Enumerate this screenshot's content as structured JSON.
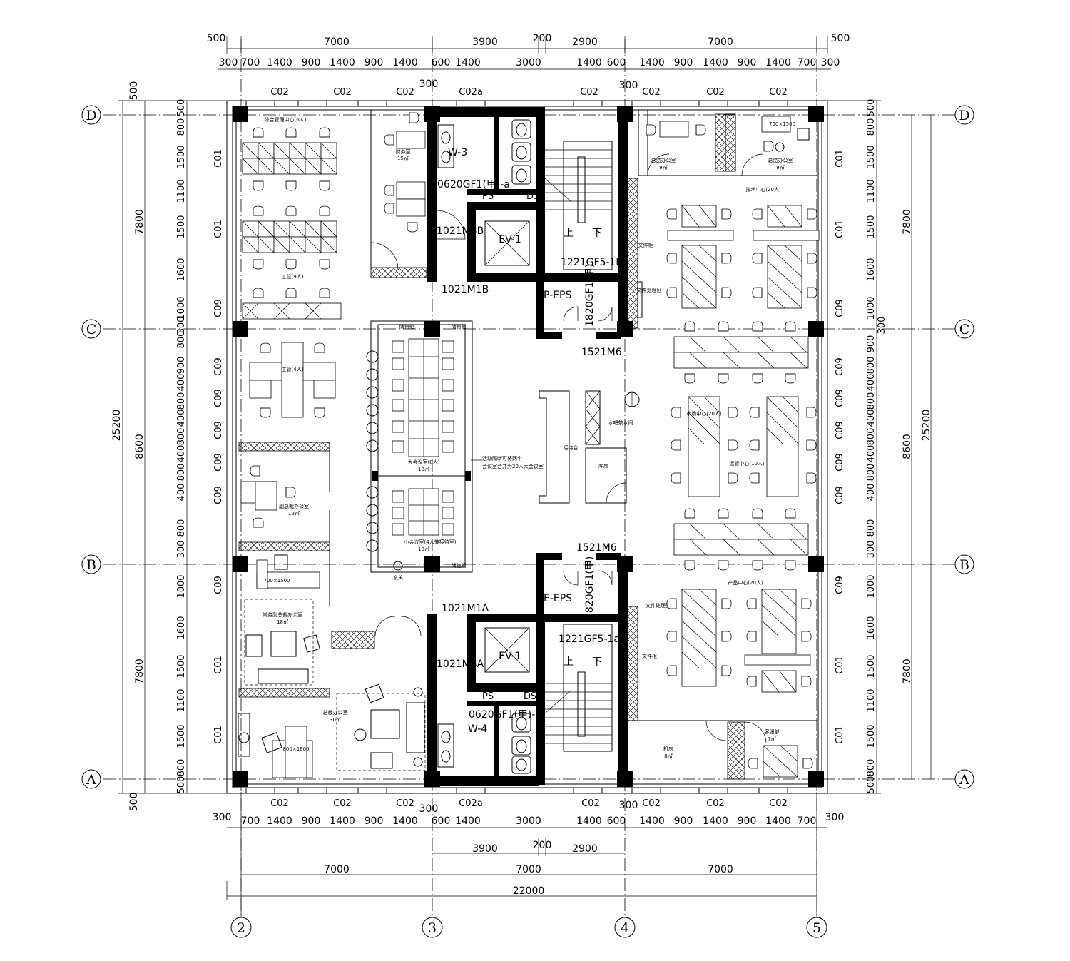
{
  "axes": {
    "rows": [
      "D",
      "C",
      "B",
      "A"
    ],
    "cols": [
      "2",
      "3",
      "4",
      "5"
    ]
  },
  "dims": {
    "top_total": [
      "500",
      "7000",
      "3900",
      "200",
      "2900",
      "7000",
      "500"
    ],
    "top_detail": [
      "300",
      "700",
      "1400",
      "900",
      "1400",
      "900",
      "1400",
      "600",
      "1400",
      "3000",
      "1400",
      "600",
      "1400",
      "900",
      "1400",
      "900",
      "1400",
      "700",
      "300"
    ],
    "top_extra": [
      "300",
      "300"
    ],
    "bottom_detail": [
      "300",
      "700",
      "1400",
      "900",
      "1400",
      "900",
      "1400",
      "600",
      "1400",
      "3000",
      "1400",
      "600",
      "1400",
      "900",
      "1400",
      "900",
      "1400",
      "700",
      "300"
    ],
    "bottom_extra": [
      "300",
      "300"
    ],
    "bottom_mid": [
      "3900",
      "200",
      "2900"
    ],
    "bottom_bays": [
      "7000",
      "7000",
      "7000"
    ],
    "bottom_total": "22000",
    "left_total": [
      "500",
      "7800",
      "8600",
      "7800",
      "500"
    ],
    "left_overall": "25200",
    "left_detail": [
      "500",
      "800",
      "1500",
      "1100",
      "1500",
      "1600",
      "1000",
      "300",
      "800",
      "900",
      "400",
      "800",
      "400",
      "800",
      "400",
      "800",
      "400",
      "800",
      "300",
      "1000",
      "1600",
      "1500",
      "1100",
      "1500",
      "800",
      "500"
    ],
    "right_total": [
      "7800",
      "8600",
      "7800"
    ],
    "right_overall": "25200",
    "right_detail": [
      "500",
      "800",
      "1500",
      "1100",
      "1500",
      "1600",
      "1000",
      "300",
      "900",
      "800",
      "400",
      "800",
      "400",
      "800",
      "400",
      "800",
      "400",
      "800",
      "300",
      "1000",
      "1600",
      "1500",
      "1100",
      "1500",
      "800",
      "500"
    ]
  },
  "windows": {
    "top": [
      "C02",
      "C02",
      "C02",
      "C02a",
      "C02",
      "C02",
      "C02",
      "C02"
    ],
    "bottom": [
      "C02",
      "C02",
      "C02",
      "C02a",
      "C02",
      "C02",
      "C02",
      "C02"
    ],
    "left": [
      "C01",
      "C01",
      "C09",
      "C09",
      "C09",
      "C09",
      "C09",
      "C09",
      "C09",
      "C01",
      "C01"
    ],
    "right": [
      "C01",
      "C01",
      "C09",
      "C09",
      "C09",
      "C09",
      "C09",
      "C09",
      "C09",
      "C01",
      "C01"
    ]
  },
  "rooms": {
    "general_mgmt": "综合管理中心(6人)",
    "workstations": "工位(9人)",
    "finance": "财务室",
    "finance_area": "15㎡",
    "supervisors": "主管(4人)",
    "vp_office": "副总裁办公室",
    "vp_area": "12㎡",
    "exec_vp_office": "常务副总裁办公室",
    "exec_vp_area": "18㎡",
    "president_office": "总裁办公室",
    "president_area": "30㎡",
    "desk_size_1": "700×1500",
    "desk_size_2": "800×1800",
    "big_meeting": "大会议室(8人)",
    "big_meeting_area": "18㎡",
    "small_meeting": "小会议室(4人兼接待室)",
    "small_meeting_area": "10㎡",
    "partition_note_1": "活动隔断可将两个",
    "partition_note_2": "会议室合并为20人大会议室",
    "storage_top_a": "储物柜",
    "storage_top_b": "储物柜",
    "storage_bottom": "储物柜",
    "entrance": "玄关",
    "reception": "接待台",
    "pantry": "水吧茶水间",
    "store": "库房",
    "director_office_1": "总监办公室",
    "director_office_2": "总监办公室",
    "director_area_1": "9㎡",
    "director_area_2": "9㎡",
    "director_desk": "700×1500",
    "tech_center": "技术中心(20人)",
    "file_cabinet_1": "文件柜",
    "file_processing_1": "文件处理区",
    "market_center": "市场中心(20人)",
    "ops_center": "运管中心(10人)",
    "product_center": "产品中心(20人)",
    "file_processing_2": "文件处理区",
    "file_cabinet_2": "文件柜",
    "machine_room": "机房",
    "machine_area": "8㎡",
    "customer_service": "客服部",
    "customer_area": "7㎡"
  },
  "tags": {
    "w3": "W-3",
    "w4": "W-4",
    "win_top": "0620GF1(甲)-a",
    "win_bottom": "0620GF1(甲)-a",
    "door_m3b": "1021M3B",
    "door_m1b": "1021M1B",
    "door_m1a": "1021M1A",
    "door_m3a": "1021M3A",
    "ps_top": "PS",
    "ds_top": "DS",
    "ps_bottom": "PS",
    "ds_bottom": "DS",
    "ev_top": "EV-1",
    "ev_bottom": "EV-1",
    "up_top": "上",
    "down_top": "下",
    "up_bottom": "上",
    "down_bottom": "下",
    "fire_top": "1221GF5-1b",
    "fire_bottom": "1221GF5-1a",
    "peps": "P-EPS",
    "eeps": "E-EPS",
    "gf1_top": "1820GF1(甲)",
    "gf1_bottom": "1820GF1(甲)",
    "m6_top": "1521M6",
    "m6_bottom": "1521M6"
  }
}
